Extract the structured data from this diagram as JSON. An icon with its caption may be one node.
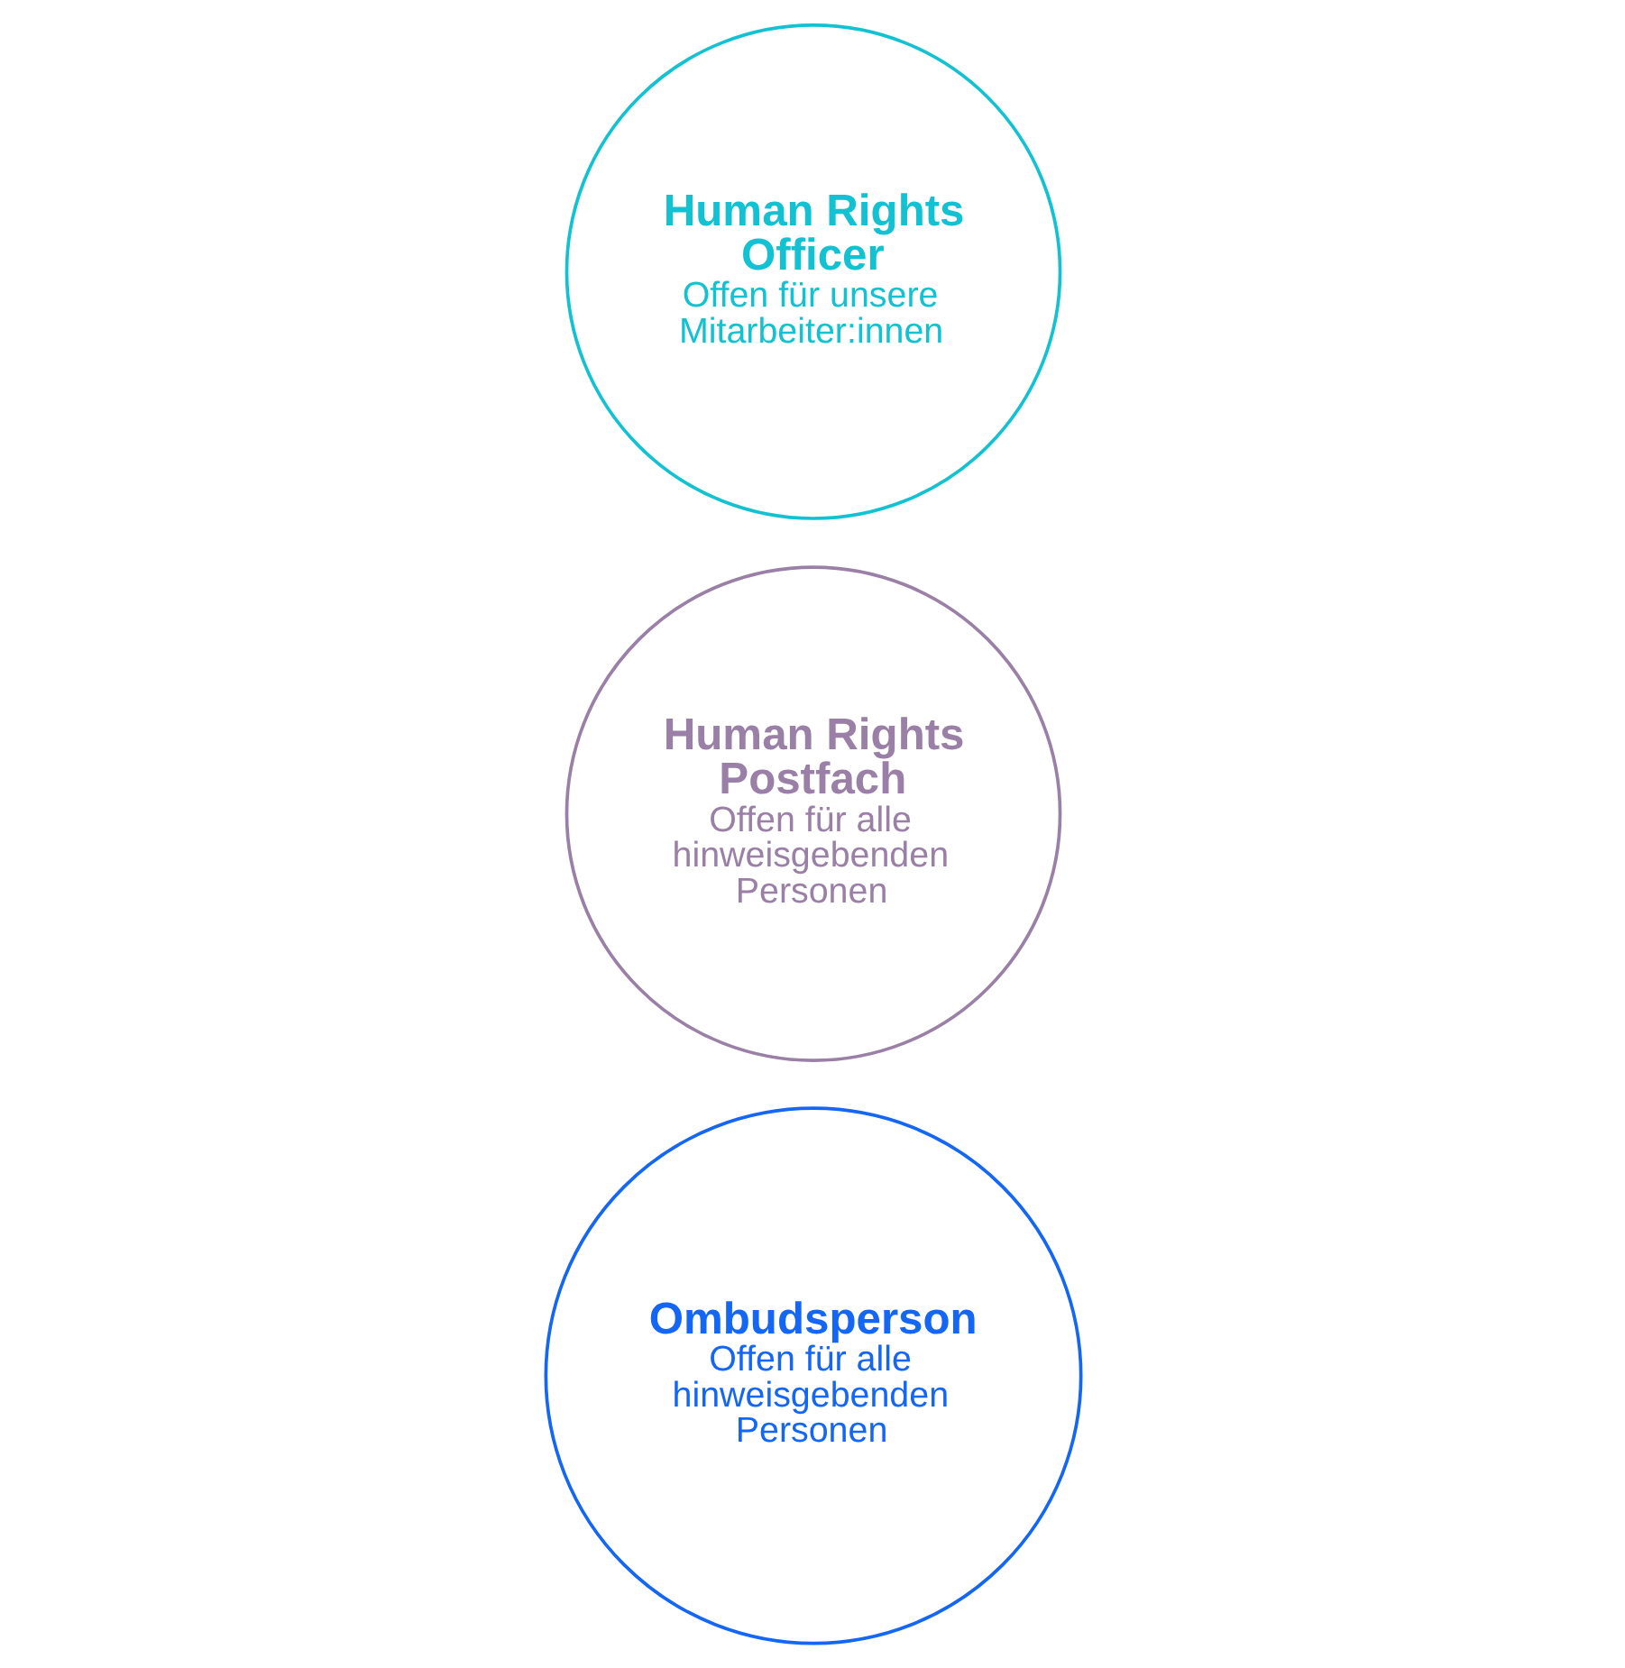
{
  "diagram": {
    "nodes": [
      {
        "text": [
          "Ombudsperson",
          "Offen für alle hinweisgebenden Personen"
        ]
      },
      {
        "text": [
          "Human Rights Postfach",
          "Offen für alle hinweisgebenden Personen"
        ]
      },
      {
        "text": [
          "Human Rights Officer",
          "Offen für unsere Mitarbeiter:innen"
        ]
      }
    ],
    "edges": []
  }
}
